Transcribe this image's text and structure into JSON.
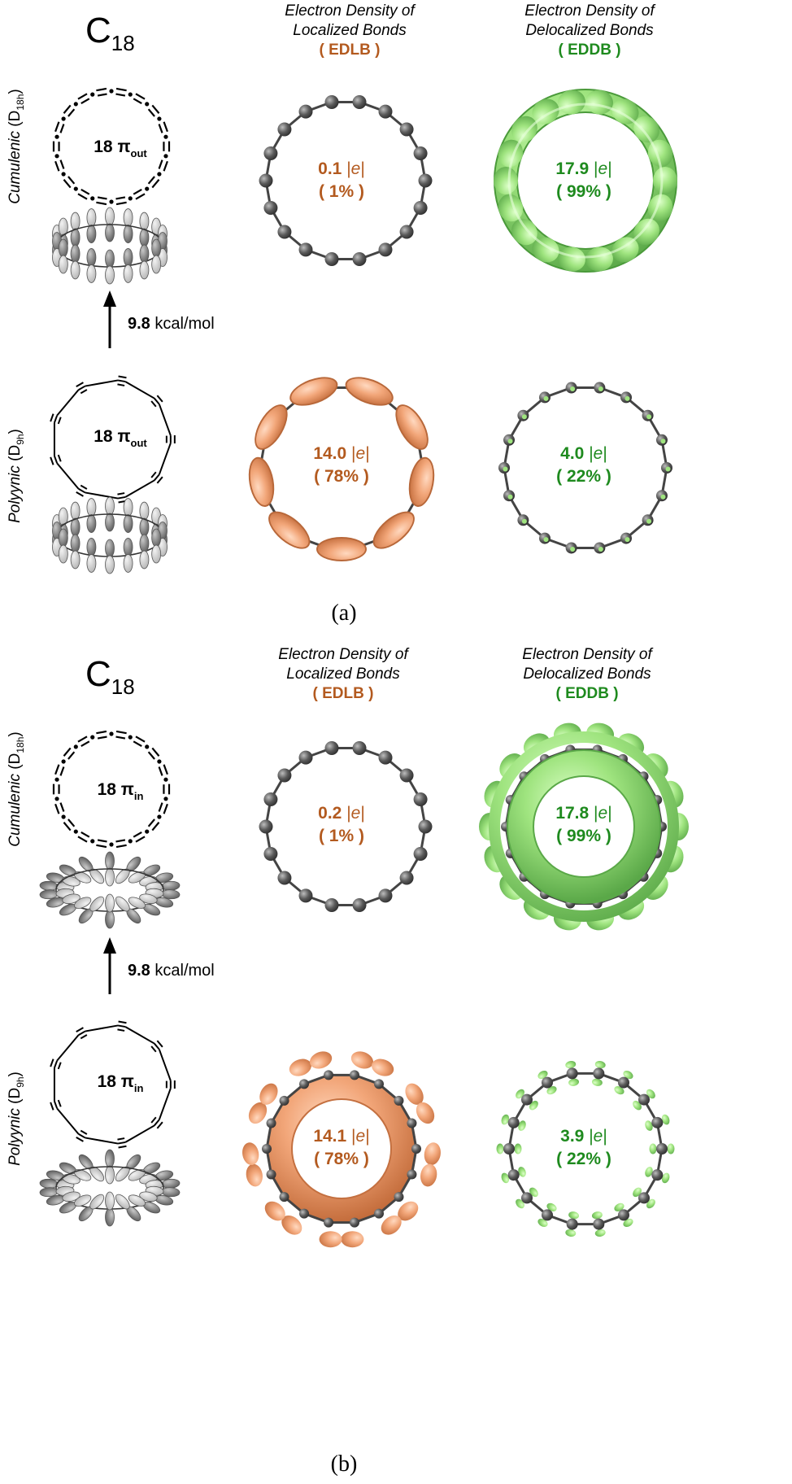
{
  "molecule": {
    "main": "C",
    "sub": "18"
  },
  "headers": {
    "edlb_line1": "Electron Density of",
    "edlb_line2": "Localized Bonds",
    "edlb_tag": "( EDLB )",
    "eddb_line1": "Electron Density of",
    "eddb_line2": "Delocalized Bonds",
    "eddb_tag": "( EDDB )"
  },
  "labels": {
    "cumulenic": "Cumulenic",
    "cumulenic_sym": "D",
    "cumulenic_sub": "18h",
    "polyynic": "Polyynic",
    "polyynic_sym": "D",
    "polyynic_sub": "9h",
    "pi_text": "18 π",
    "energy_value": "9.8",
    "energy_unit": "kcal/mol"
  },
  "panels": [
    {
      "caption": "(a)",
      "pi_sub": "out",
      "cumulenic": {
        "edlb_value": "0.1",
        "edlb_pct": "( 1% )",
        "eddb_value": "17.9",
        "eddb_pct": "( 99% )"
      },
      "polyynic": {
        "edlb_value": "14.0",
        "edlb_pct": "( 78% )",
        "eddb_value": "4.0",
        "eddb_pct": "( 22% )"
      }
    },
    {
      "caption": "(b)",
      "pi_sub": "in",
      "cumulenic": {
        "edlb_value": "0.2",
        "edlb_pct": "( 1% )",
        "eddb_value": "17.8",
        "eddb_pct": "( 99% )"
      },
      "polyynic": {
        "edlb_value": "14.1",
        "edlb_pct": "( 78% )",
        "eddb_value": "3.9",
        "eddb_pct": "( 22% )"
      }
    }
  ],
  "unit_e": "e",
  "colors": {
    "edlb": "#b35a1f",
    "eddb": "#1e8a1e",
    "edlb_surface": "#f0a77a",
    "eddb_surface": "#99e07a",
    "atom": "#555555",
    "bond": "#444444"
  }
}
